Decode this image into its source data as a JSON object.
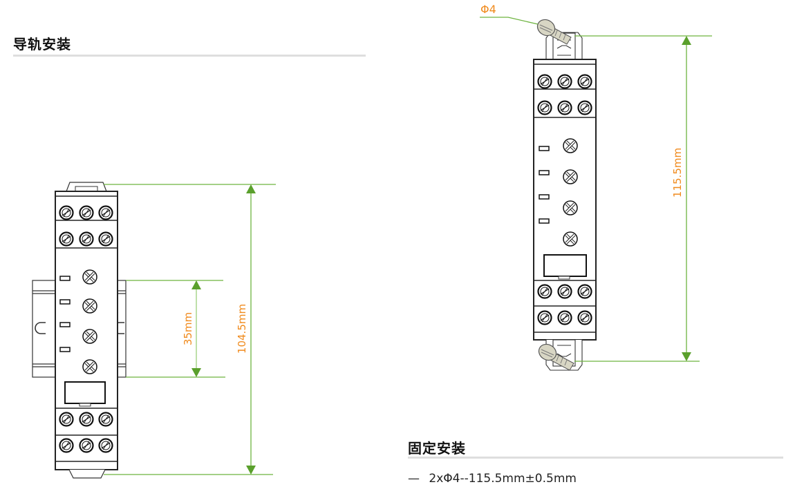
{
  "sections": {
    "din_rail": {
      "title": "导轨安装",
      "dimensions": {
        "rail_width": "35mm",
        "overall_height": "104.5mm"
      }
    },
    "fixed_mount": {
      "title": "固定安装",
      "screw_label": "Φ4",
      "dimensions": {
        "hole_spacing": "115.5mm"
      },
      "spec_dash": "—",
      "spec_text": "2xΦ4--115.5mm±0.5mm"
    }
  },
  "colors": {
    "dimension_line": "#6db33f",
    "dimension_text": "#f08a1c",
    "outline": "#222222",
    "rule": "#dedede",
    "screw": "#d8d6c4"
  }
}
